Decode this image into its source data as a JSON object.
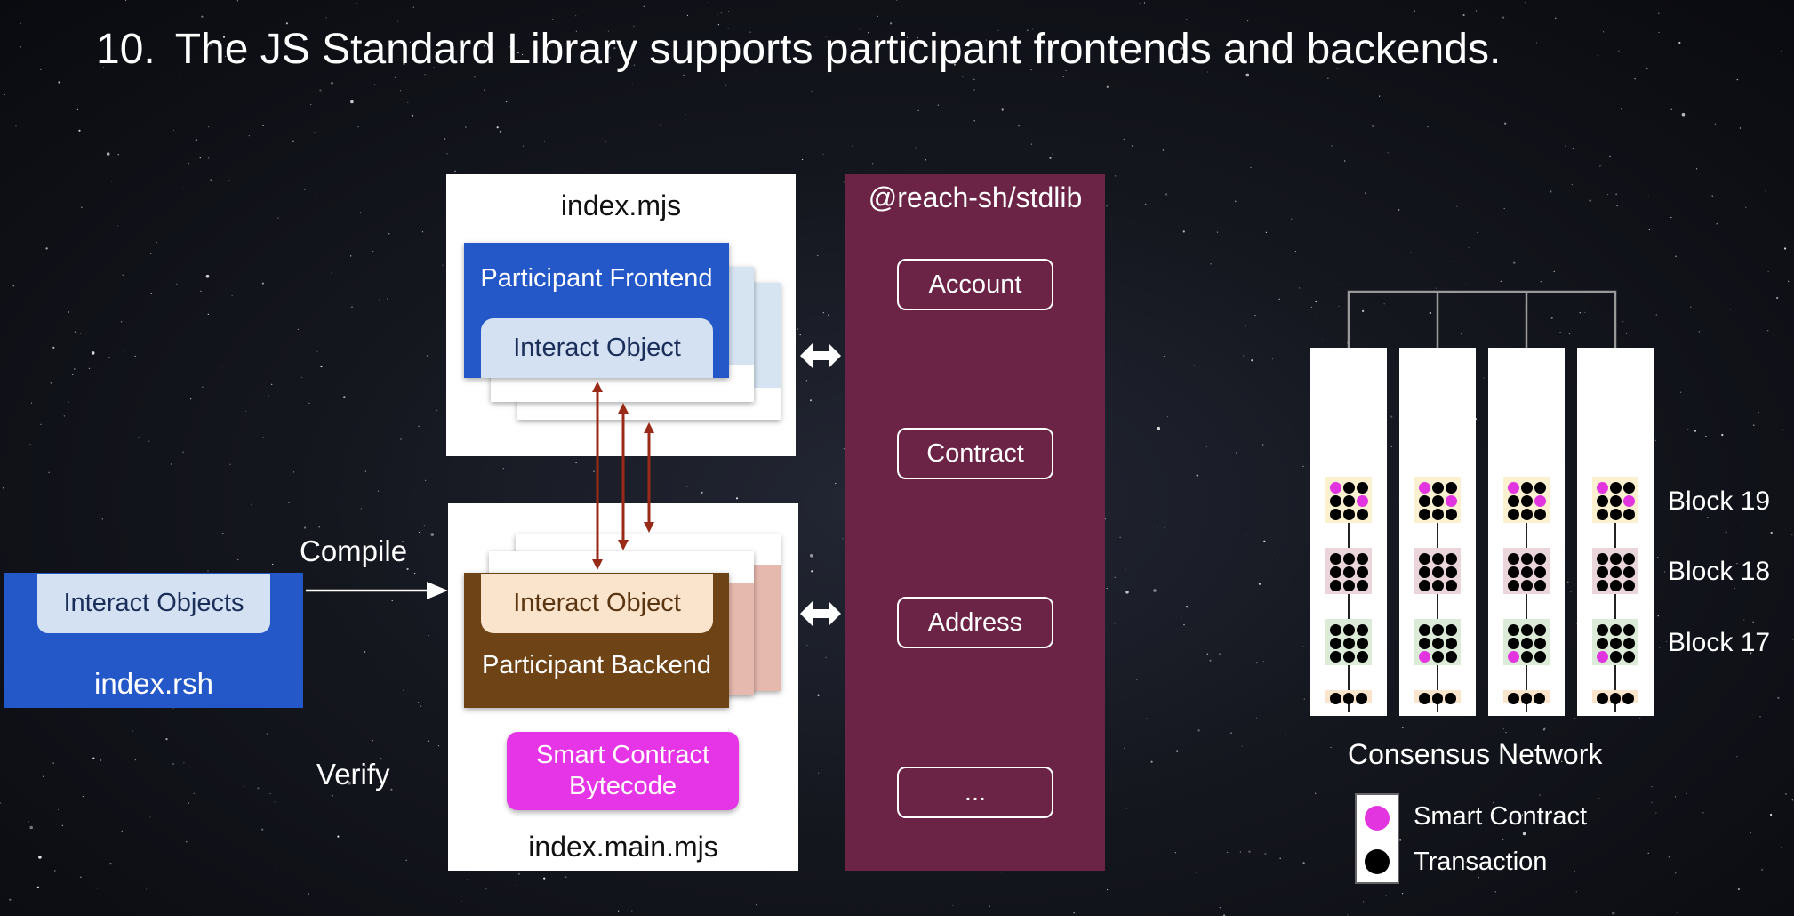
{
  "slide": {
    "number": "10.",
    "title": "The JS Standard Library supports participant frontends and backends."
  },
  "rsh": {
    "interact": "Interact Objects",
    "label": "index.rsh"
  },
  "arrows": {
    "compile": "Compile",
    "verify": "Verify"
  },
  "frontend": {
    "file": "index.mjs",
    "participant": "Participant Frontend",
    "interact": "Interact Object"
  },
  "backend": {
    "file": "index.main.mjs",
    "participant": "Participant Backend",
    "interact": "Interact Object",
    "contract_line1": "Smart Contract",
    "contract_line2": "Bytecode"
  },
  "stdlib": {
    "title": "@reach-sh/stdlib",
    "items": [
      "Account",
      "Contract",
      "Address",
      "..."
    ]
  },
  "consensus": {
    "label": "Consensus Network",
    "blocks": [
      "Block 19",
      "Block 18",
      "Block 17"
    ],
    "legend": {
      "smart_contract": "Smart Contract",
      "transaction": "Transaction"
    }
  },
  "colors": {
    "frontend_blue": "#2457c8",
    "backend_brown": "#6e4316",
    "stdlib_maroon": "#6b2346",
    "smart_contract_magenta": "#e635e6",
    "arrow_red": "#9a2a18"
  }
}
